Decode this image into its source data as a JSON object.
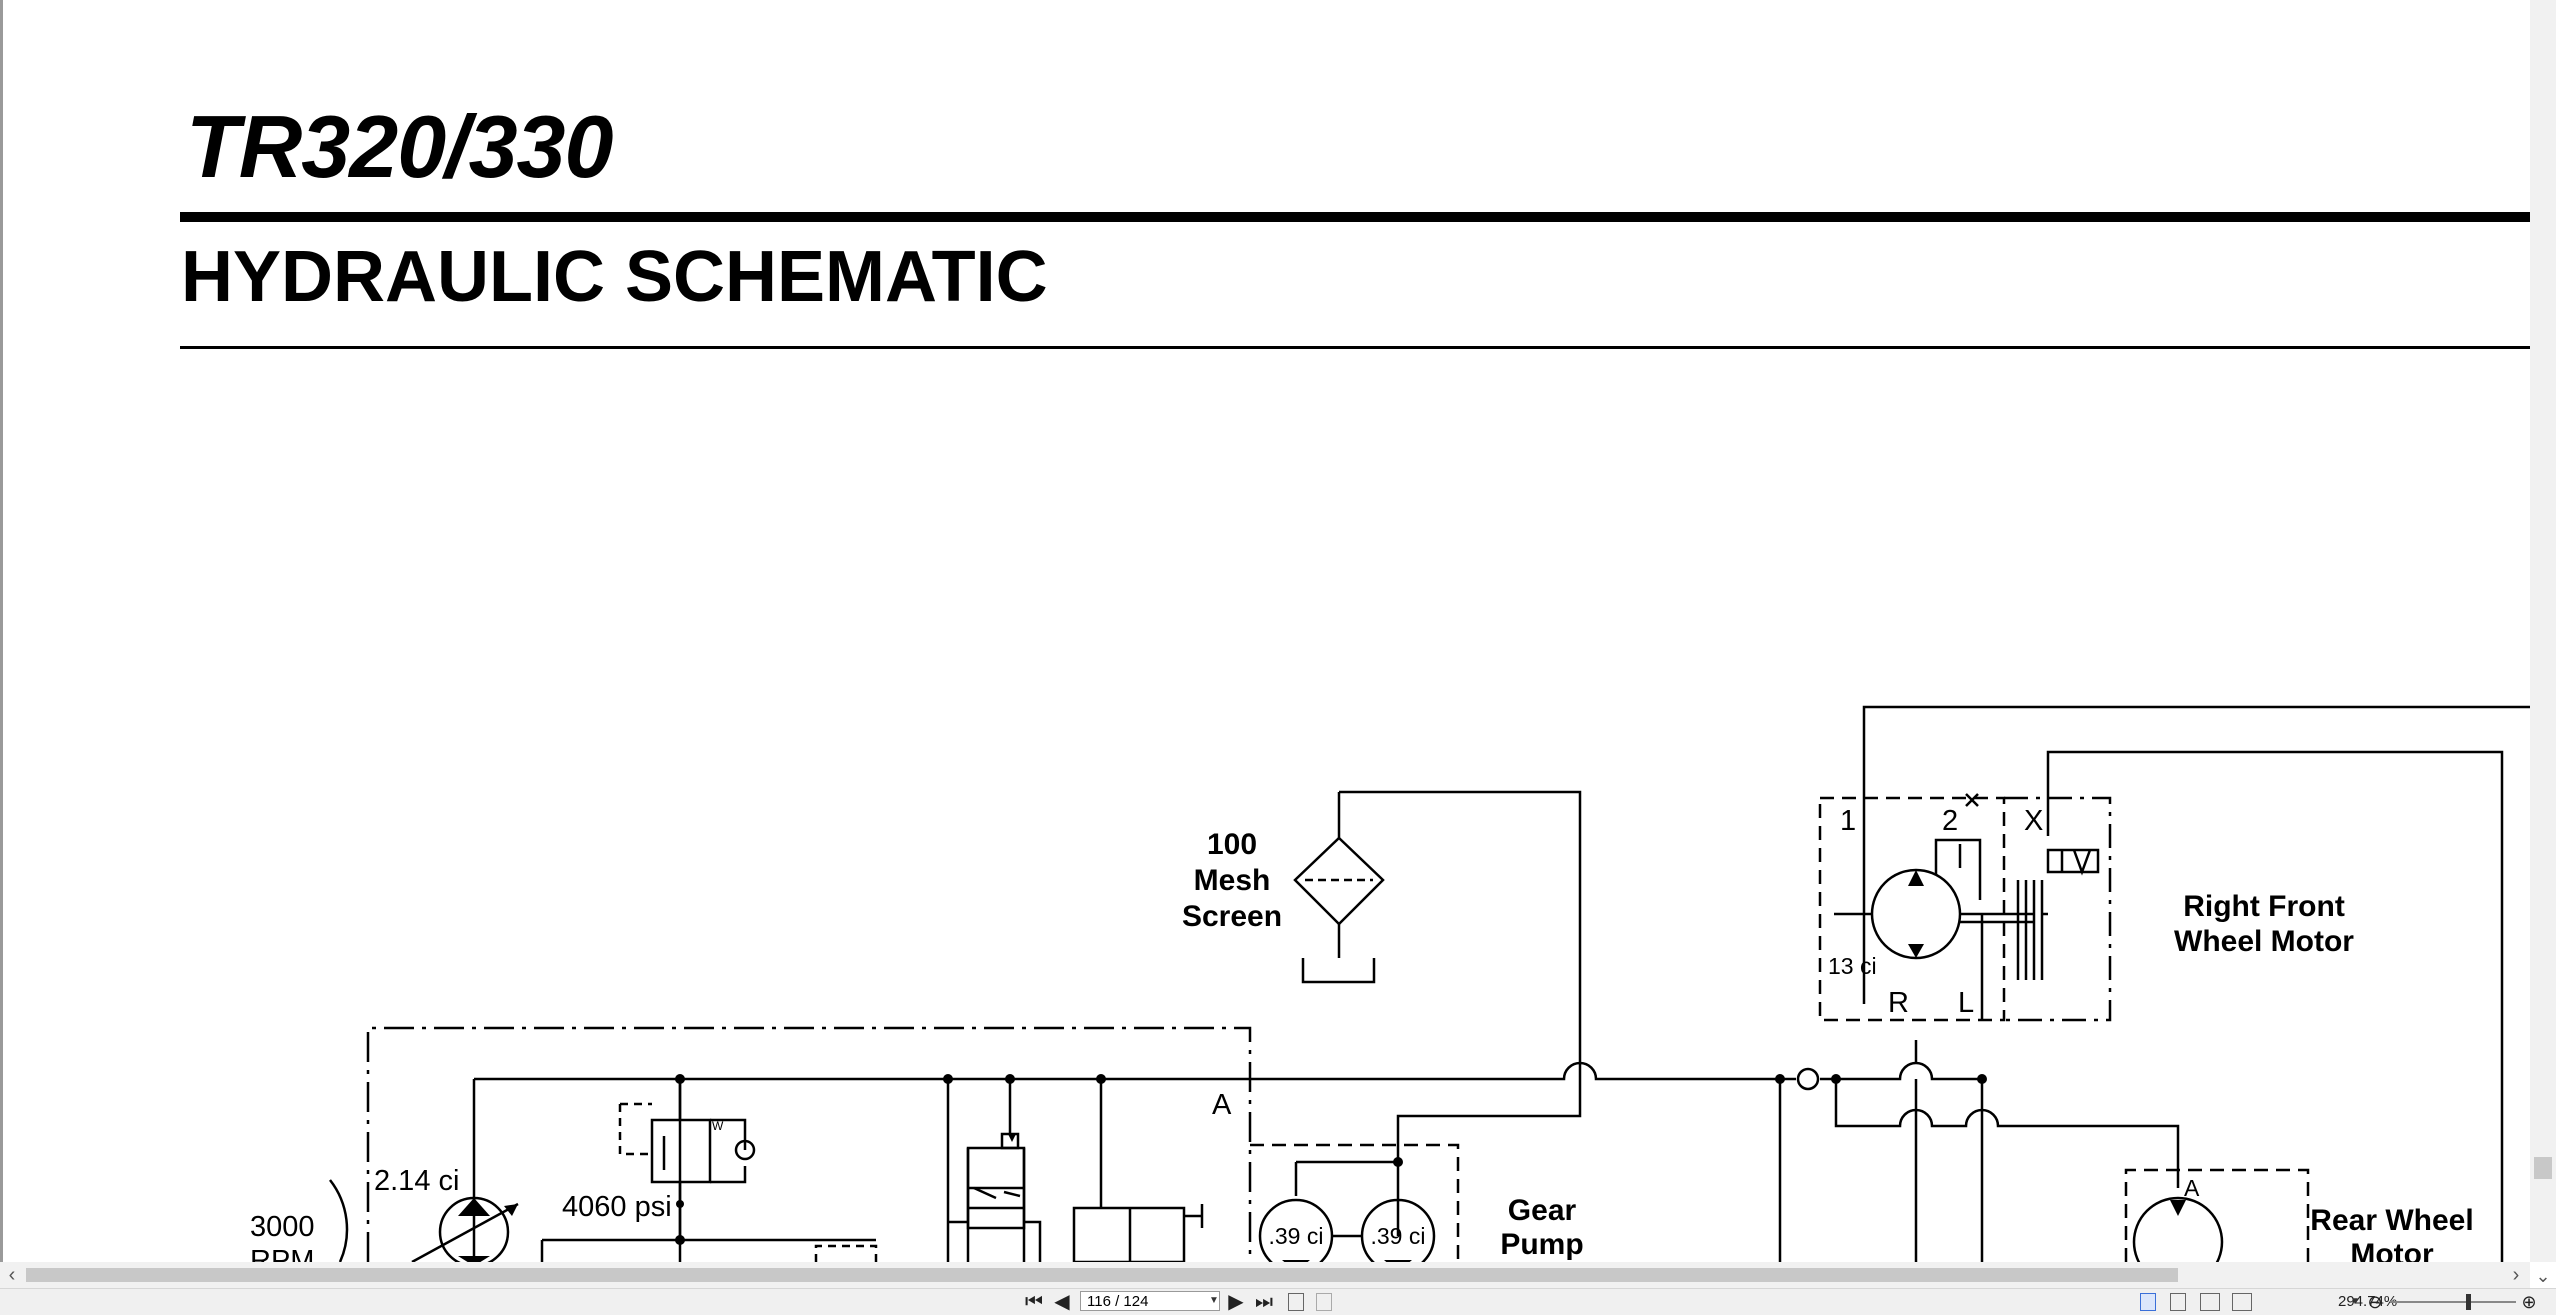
{
  "document": {
    "model_title": "TR320/330",
    "section_title": "HYDRAULIC SCHEMATIC"
  },
  "schematic": {
    "filter_label": [
      "100",
      "Mesh",
      "Screen"
    ],
    "right_front_motor_label": [
      "Right Front",
      "Wheel Motor"
    ],
    "rear_motor_label": [
      "Rear Wheel",
      "Motor"
    ],
    "gear_pump_label": [
      "Gear",
      "Pump"
    ],
    "port_1": "1",
    "port_2": "2",
    "port_x": "X",
    "port_r": "R",
    "port_l": "L",
    "motor_displacement": "13 ci",
    "port_a_main": "A",
    "port_a_rear": "A",
    "pump_displacement": "2.14 ci",
    "relief_pressure": "4060 psi",
    "engine_speed": [
      "3000",
      "RPM"
    ],
    "gear_pump_section_1": ".39 ci",
    "gear_pump_section_2": ".39 ci"
  },
  "toolbar": {
    "page_field": "116 / 124",
    "zoom_level": "294.74%"
  }
}
